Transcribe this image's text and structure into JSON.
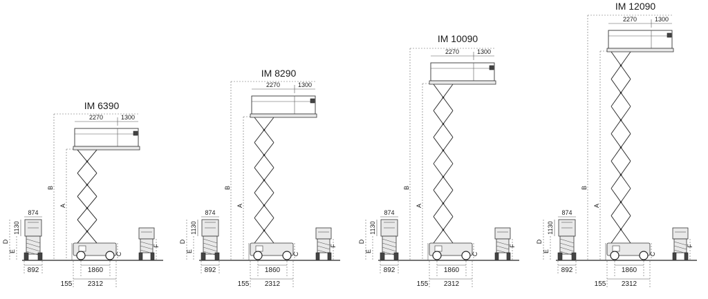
{
  "models": [
    {
      "title": "IM 6390",
      "front_width": "874",
      "front_height": "1130",
      "front_base": "892",
      "deck_length": "2270",
      "deck_extension": "1300",
      "wheelbase": "1860",
      "overall_length": "2312",
      "ground_offset": "155",
      "labels": {
        "A": "A",
        "B": "B",
        "C": "C",
        "D": "D",
        "E": "E",
        "F": "F"
      }
    },
    {
      "title": "IM 8290",
      "front_width": "874",
      "front_height": "1130",
      "front_base": "892",
      "deck_length": "2270",
      "deck_extension": "1300",
      "wheelbase": "1860",
      "overall_length": "2312",
      "ground_offset": "155",
      "labels": {
        "A": "A",
        "B": "B",
        "C": "C",
        "D": "D",
        "E": "E",
        "F": "F"
      }
    },
    {
      "title": "IM 10090",
      "front_width": "874",
      "front_height": "1130",
      "front_base": "892",
      "deck_length": "2270",
      "deck_extension": "1300",
      "wheelbase": "1860",
      "overall_length": "2312",
      "ground_offset": "155",
      "labels": {
        "A": "A",
        "B": "B",
        "C": "C",
        "D": "D",
        "E": "E",
        "F": "F"
      }
    },
    {
      "title": "IM 12090",
      "front_width": "874",
      "front_height": "1130",
      "front_base": "892",
      "deck_length": "2270",
      "deck_extension": "1300",
      "wheelbase": "1860",
      "overall_length": "2312",
      "ground_offset": "155",
      "labels": {
        "A": "A",
        "B": "B",
        "C": "C",
        "D": "D",
        "E": "E",
        "F": "F"
      }
    }
  ],
  "colors": {
    "line": "#333333",
    "platform_fill": "#e9e9e9",
    "background": "#ffffff"
  }
}
